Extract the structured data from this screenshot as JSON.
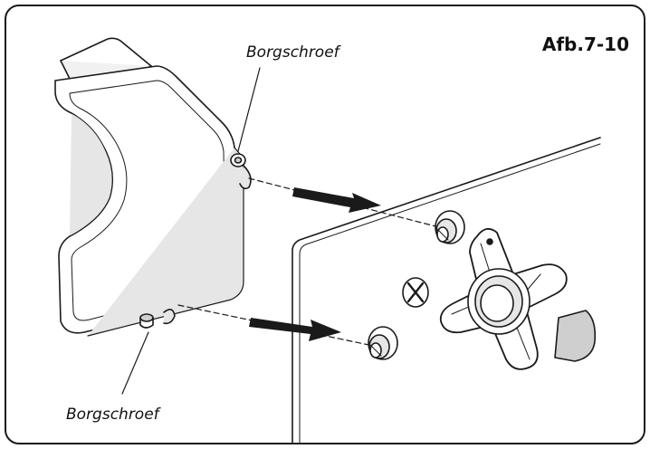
{
  "figure": {
    "title": "Afb.7-10",
    "callouts": {
      "top_screw": "Borgschroef",
      "bottom_screw": "Borgschroef"
    }
  },
  "colors": {
    "line": "#1a1a1a",
    "shade_light": "#e6e6e6",
    "shade_mid": "#cfcfcf",
    "background": "#ffffff"
  },
  "icons": {
    "cover": "side-cover-plate",
    "screw": "locking-screw",
    "arrow": "removal-direction-arrow",
    "knob": "star-knob",
    "cross_screw": "phillips-screw-head"
  }
}
